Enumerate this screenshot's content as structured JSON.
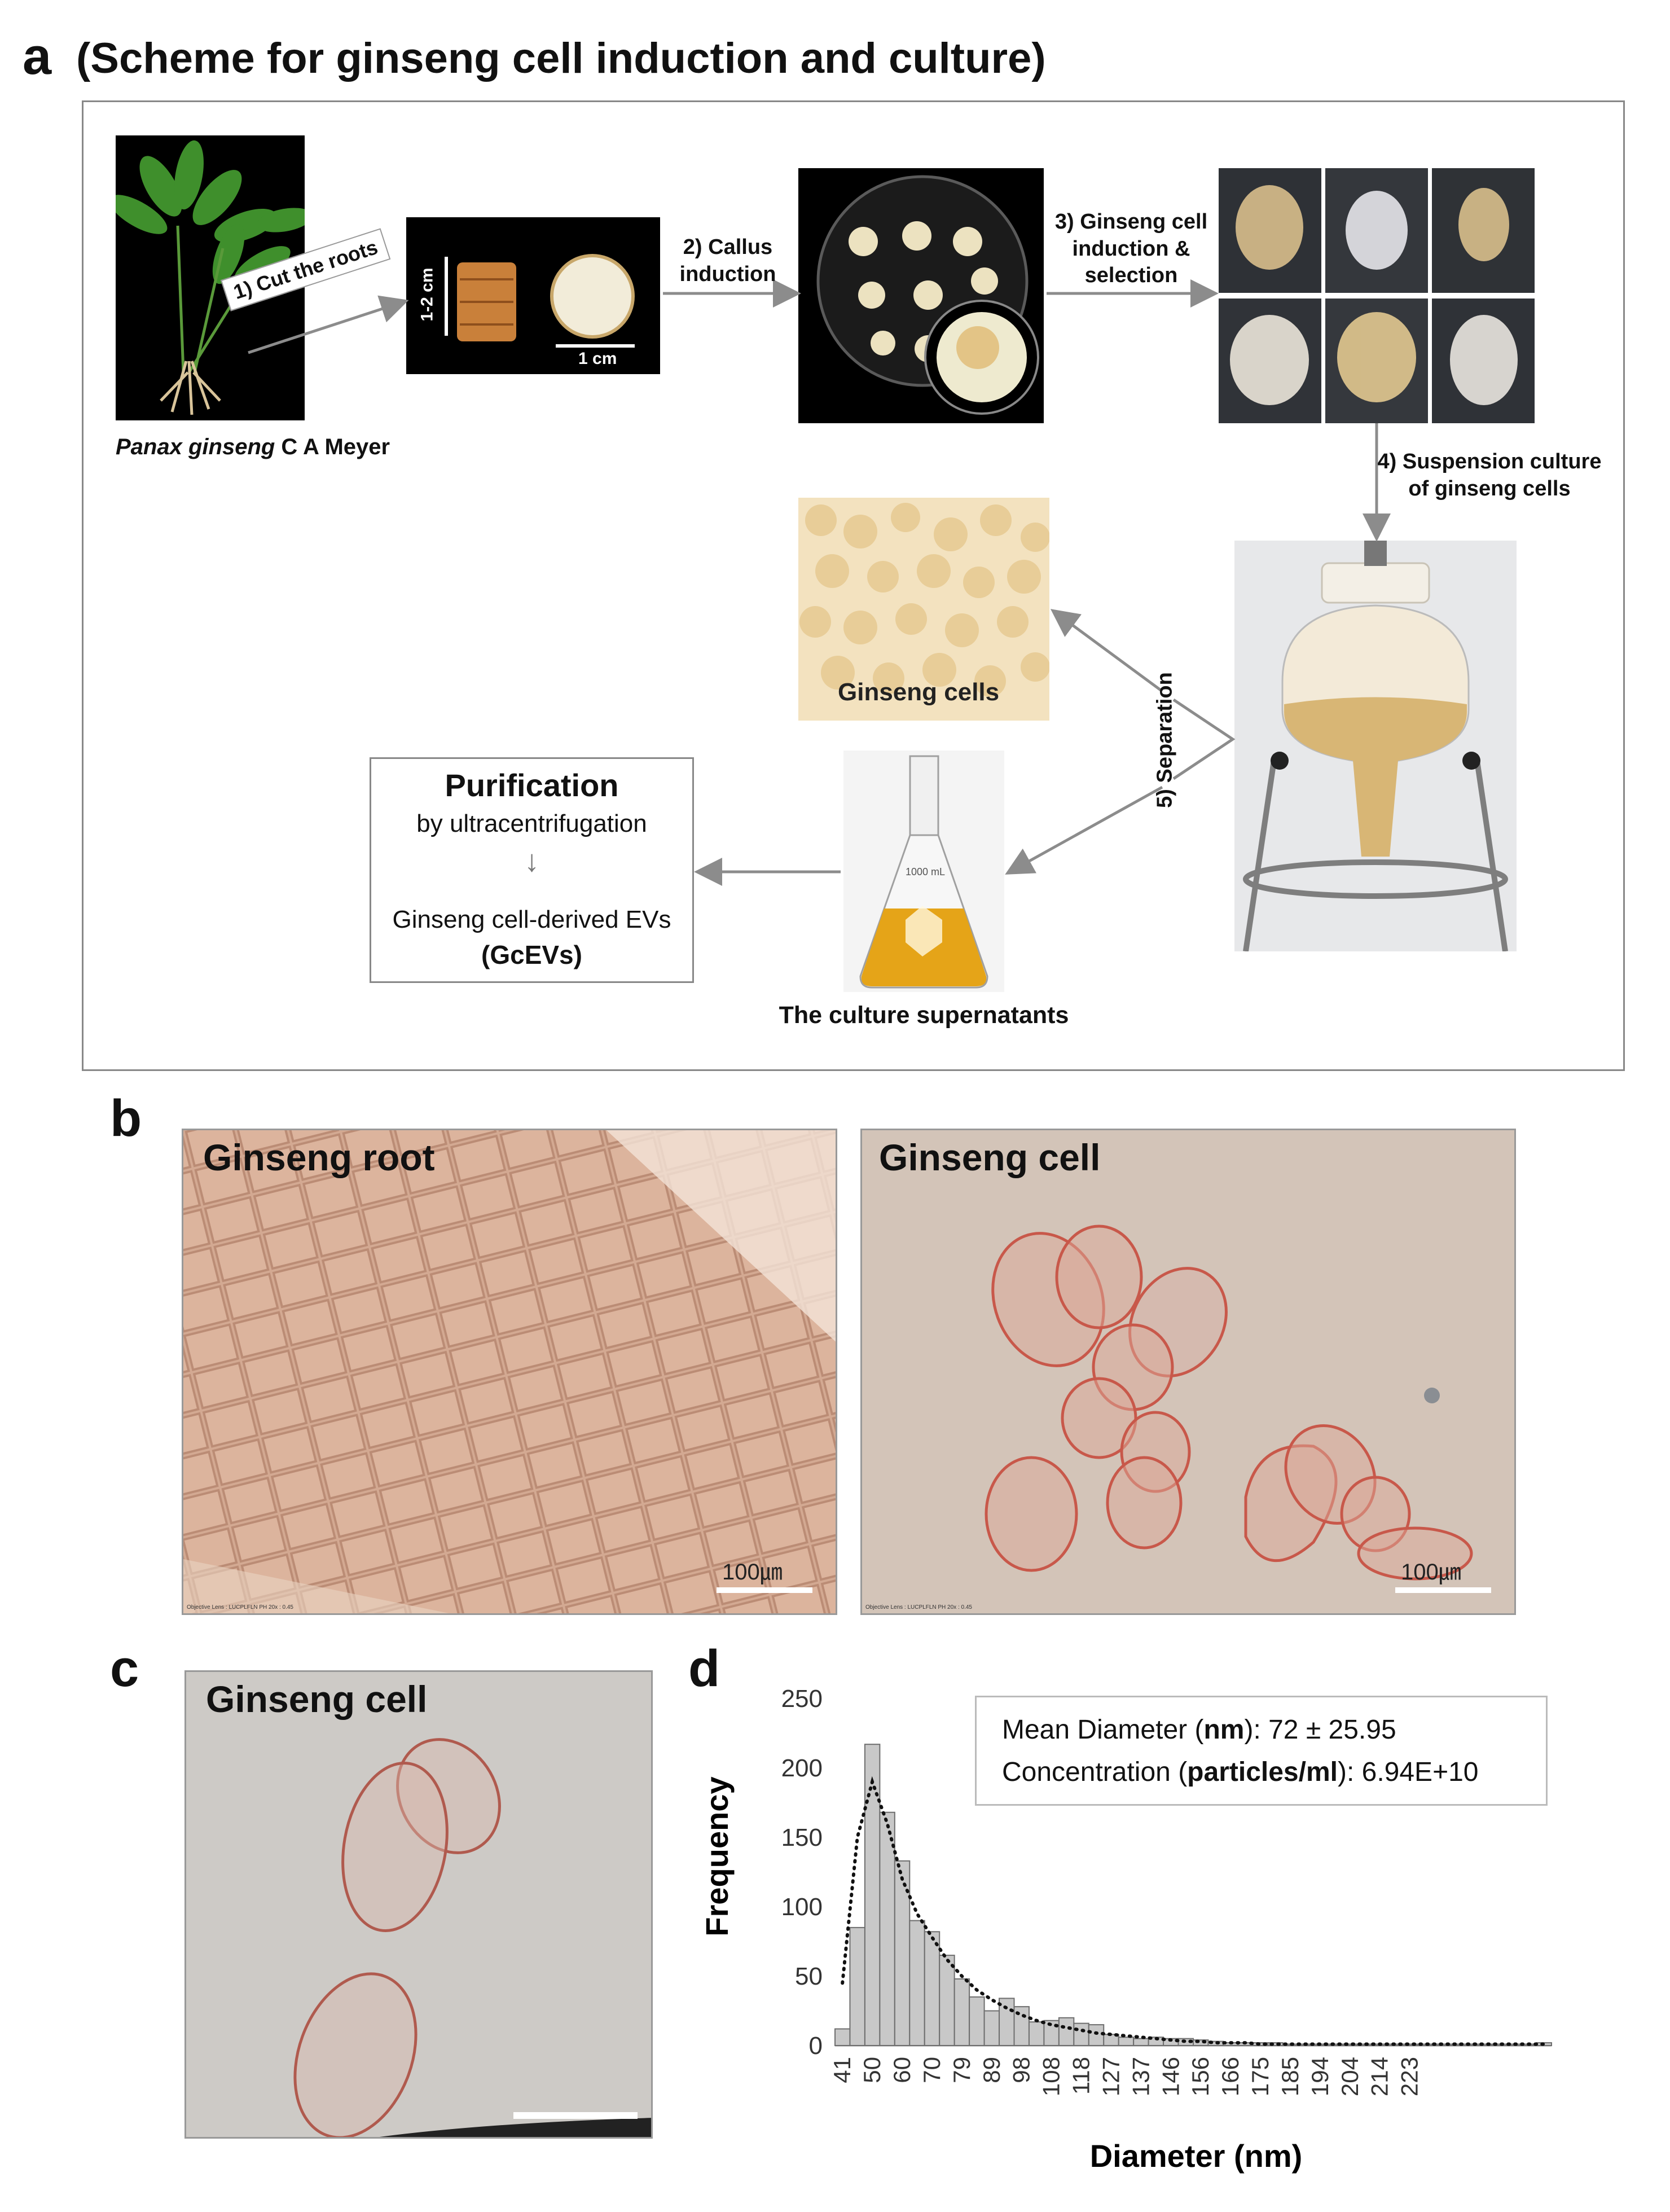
{
  "panel_a": {
    "letter": "a",
    "title": "(Scheme for ginseng cell induction and culture)",
    "species_name_italic": "Panax ginseng",
    "species_name_rest": " C A Meyer",
    "step1": "1) Cut the roots",
    "root_size_vertical": "1-2 cm",
    "root_size_horizontal": "1 cm",
    "step2": "2) Callus induction",
    "step3": "3) Ginseng cell induction & selection",
    "step4": "4) Suspension culture of ginseng cells",
    "step5": "5) Separation",
    "cells_label": "Ginseng cells",
    "supernatant_label": "The culture supernatants",
    "flask_marking": "1000 mL",
    "purification_title": "Purification",
    "purification_sub": "by ultracentrifugation",
    "purification_arrow": "↓",
    "evs_label": "Ginseng cell-derived EVs",
    "evs_abbrev": "(GcEVs)"
  },
  "panel_b": {
    "letter": "b",
    "left_title": "Ginseng root",
    "right_title": "Ginseng cell",
    "scale_label": "100㎛",
    "footer_left": "Objective Lens : LUCPLFLN PH 20x : 0.45",
    "footer_right": "Objective Lens : LUCPLFLN PH 20x : 0.45"
  },
  "panel_c": {
    "letter": "c",
    "title": "Ginseng cell"
  },
  "panel_d": {
    "letter": "d",
    "legend_line1_pre": "Mean Diameter (",
    "legend_line1_bold": "nm",
    "legend_line1_post": "): 72 ± 25.95",
    "legend_line2_pre": "Concentration (",
    "legend_line2_bold": "particles/ml",
    "legend_line2_post": "): 6.94E+10"
  },
  "colors": {
    "bars": "#c8c8c8",
    "bar_stroke": "#6e6e6e",
    "arrow": "#8c8c8c",
    "microscopy_bg": "#cfc0b4",
    "cell_stain": "#c8584a"
  },
  "chart_data": {
    "type": "bar",
    "xlabel": "Diameter (nm)",
    "ylabel": "Frequency",
    "ylim": [
      0,
      250
    ],
    "yticks": [
      0,
      50,
      100,
      150,
      200,
      250
    ],
    "tick_labels": [
      "41",
      "50",
      "60",
      "70",
      "79",
      "89",
      "98",
      "108",
      "118",
      "127",
      "137",
      "146",
      "156",
      "166",
      "175",
      "185",
      "194",
      "204",
      "214",
      "223"
    ],
    "series": [
      {
        "values": [
          12,
          85,
          217,
          168,
          133,
          90,
          82,
          65,
          48,
          35,
          25,
          34,
          28,
          17,
          18,
          20,
          16,
          15,
          8,
          6,
          5,
          6,
          5,
          5,
          4,
          3,
          2,
          2,
          2,
          2,
          1,
          1,
          1,
          1,
          1,
          1,
          1,
          1,
          1,
          1,
          1,
          1,
          1,
          1,
          1,
          1,
          1,
          2
        ]
      },
      {
        "style": "dotted trend",
        "values": [
          45,
          150,
          190,
          160,
          120,
          95,
          78,
          62,
          50,
          40,
          33,
          27,
          22,
          18,
          15,
          13,
          11,
          9,
          8,
          7,
          6,
          5,
          4,
          3,
          3,
          2,
          2,
          2,
          1,
          1,
          1,
          1,
          1,
          1,
          1,
          1,
          1,
          1,
          1,
          1,
          1,
          1,
          1,
          1,
          1,
          1,
          1,
          1
        ]
      }
    ]
  }
}
